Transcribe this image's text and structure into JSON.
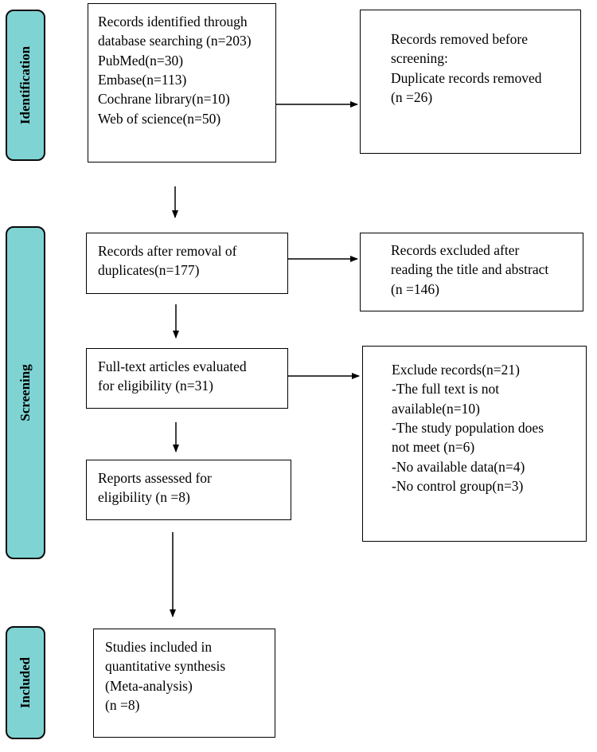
{
  "phases": {
    "identification": "Identification",
    "screening": "Screening",
    "included": "Included"
  },
  "boxes": {
    "identified": [
      "Records identified through",
      "database searching (n=203)",
      "PubMed(n=30)",
      "Embase(n=113)",
      "Cochrane library(n=10)",
      "Web of science(n=50)"
    ],
    "removed_before_screening": [
      "Records removed before",
      "screening:",
      "Duplicate records removed",
      "(n =26)"
    ],
    "after_removal": [
      "Records after removal of",
      "duplicates(n=177)"
    ],
    "excluded_title_abstract": [
      "Records excluded after",
      "reading the title and abstract",
      "(n =146)"
    ],
    "fulltext": [
      "Full-text articles evaluated",
      "for eligibility (n=31)"
    ],
    "exclude_records": [
      "Exclude records(n=21)",
      "-The full text is not",
      "available(n=10)",
      "-The study population does",
      "not meet (n=6)",
      "-No available data(n=4)",
      "-No control group(n=3)"
    ],
    "reports_assessed": [
      "Reports assessed for",
      "eligibility (n =8)"
    ],
    "included_studies": [
      "Studies included in",
      "quantitative synthesis",
      "(Meta-analysis)",
      "(n =8)"
    ]
  }
}
